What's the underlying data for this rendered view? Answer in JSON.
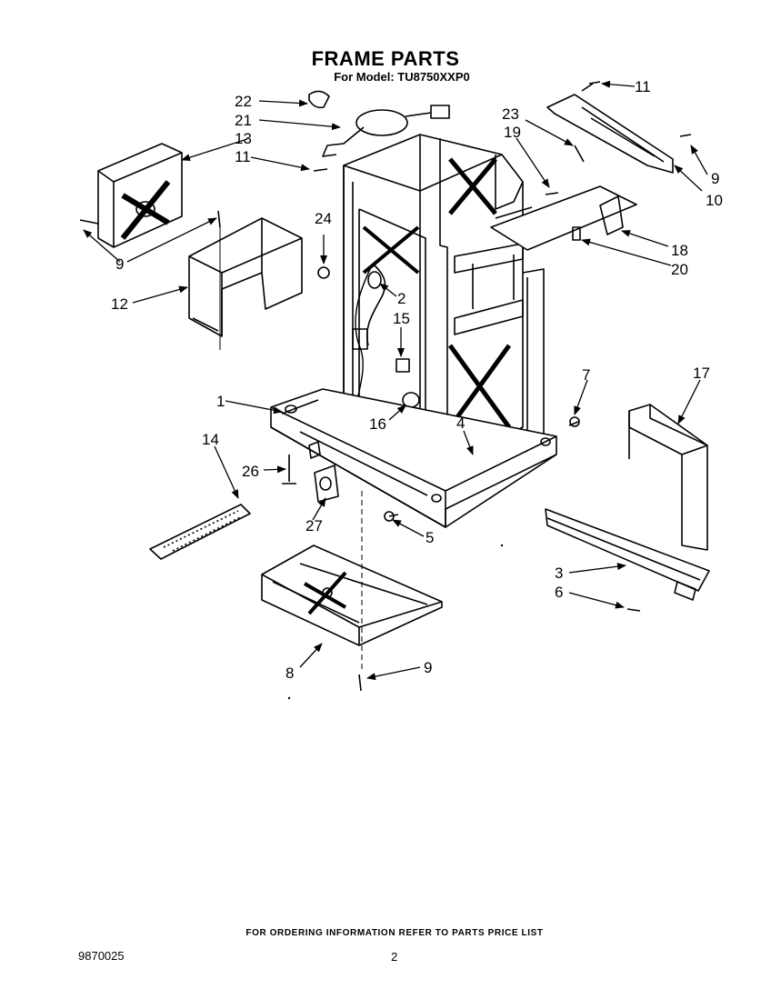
{
  "header": {
    "title": "FRAME PARTS",
    "subtitle": "For Model: TU8750XXP0"
  },
  "callouts": [
    "22",
    "21",
    "13",
    "11",
    "9",
    "12",
    "24",
    "2",
    "15",
    "1",
    "14",
    "26",
    "16",
    "4",
    "27",
    "5",
    "8",
    "9",
    "23",
    "19",
    "11",
    "9",
    "10",
    "18",
    "20",
    "7",
    "17",
    "3",
    "6"
  ],
  "footer": {
    "note": "FOR ORDERING INFORMATION REFER TO PARTS PRICE LIST",
    "doc_number": "9870025",
    "page_number": "2"
  }
}
